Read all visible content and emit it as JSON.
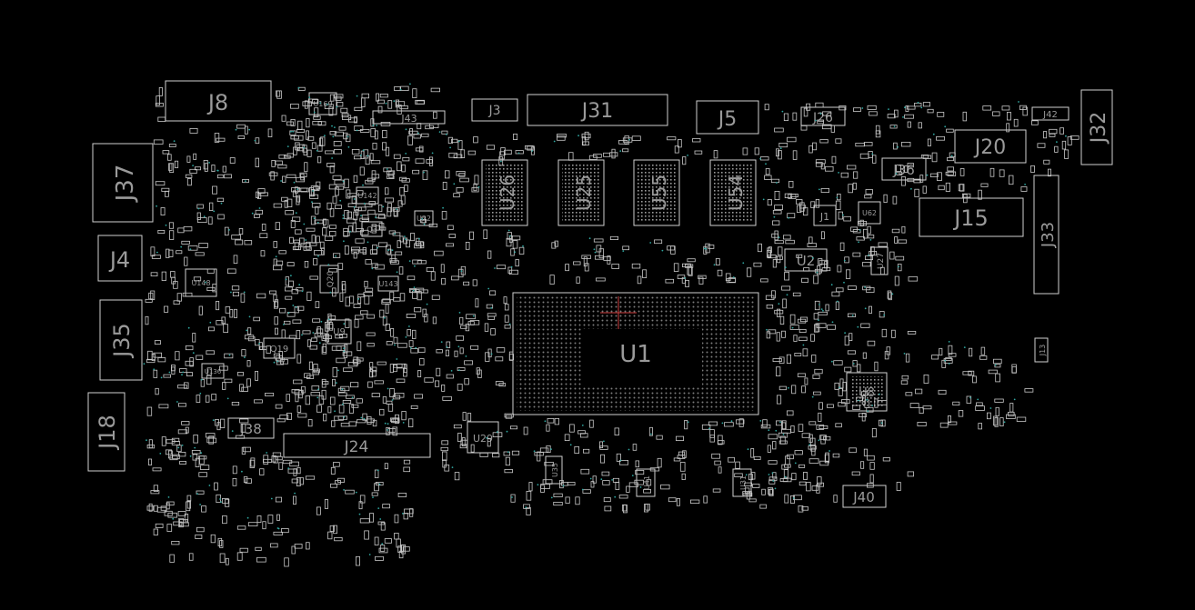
{
  "components": {
    "u1": "U1",
    "u26": "U26",
    "u25": "U25",
    "u55": "U55",
    "u54": "U54",
    "j8": "J8",
    "j37": "J37",
    "j4": "J4",
    "j35": "J35",
    "j18": "J18",
    "j38": "J38",
    "j24": "J24",
    "j3": "J3",
    "j31": "J31",
    "j43": "J43",
    "j5": "J5",
    "j26": "J26",
    "j20": "J20",
    "j36": "J36",
    "j15": "J15",
    "j42": "J42",
    "j32": "J32",
    "j33": "J33",
    "j1": "J1",
    "u2": "U2",
    "u27": "U27",
    "u8": "U8",
    "u29": "U29",
    "j40": "J40",
    "j13": "J13",
    "q19": "Q19",
    "q20": "Q20",
    "u9": "U9",
    "u148": "U148",
    "u169": "U169",
    "u62": "U62",
    "u142": "U142",
    "u143": "U143",
    "q3": "Q3",
    "u22": "U22",
    "u136": "U136",
    "u35": "U35",
    "u41": "U41",
    "u31": "U31"
  },
  "colors": {
    "background": "#000000",
    "outline": "#d0d0d0",
    "label": "#9a9a9a",
    "via": "#2fa6a0",
    "crosshair": "#d04040"
  }
}
